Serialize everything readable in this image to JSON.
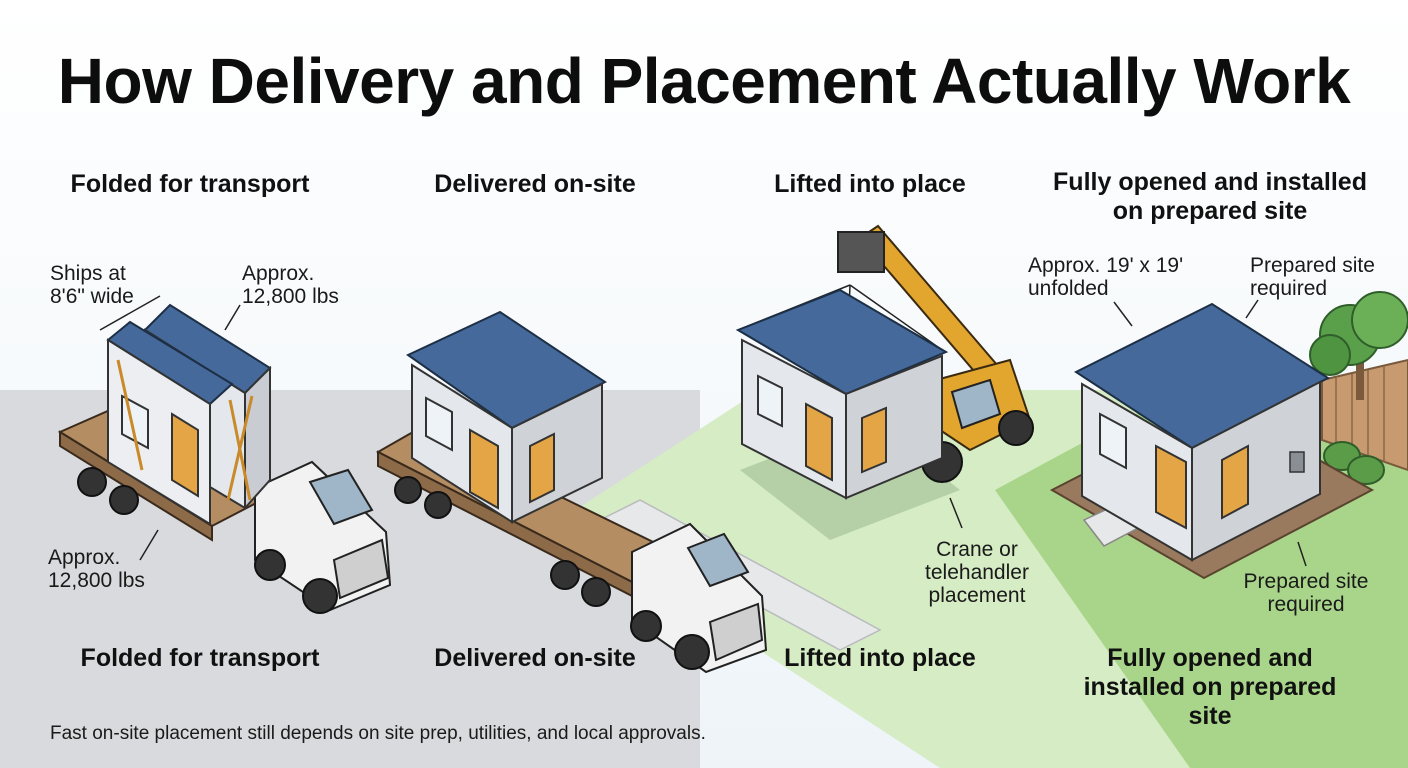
{
  "title": "How Delivery and Placement Actually Work",
  "stages": [
    {
      "top_label": "Folded for transport",
      "bottom_label": "Folded for transport"
    },
    {
      "top_label": "Delivered on-site",
      "bottom_label": "Delivered on-site"
    },
    {
      "top_label": "Lifted into place",
      "bottom_label": "Lifted into place"
    },
    {
      "top_label": "Fully opened and installed on prepared site",
      "bottom_label": "Fully opened and installed on prepared site"
    }
  ],
  "callouts": {
    "ships_width": "Ships at 8'6\" wide",
    "weight_top": "Approx. 12,800 lbs",
    "weight_bottom": "Approx. 12,800 lbs",
    "crane": "Crane or telehandler placement",
    "unfolded_size": "Approx. 19' x 19' unfolded",
    "prepared_site_top": "Prepared site required",
    "prepared_site_bottom": "Prepared site required"
  },
  "footnote": "Fast on-site placement still depends on site prep, utilities, and local approvals.",
  "colors": {
    "roof": "#44699a",
    "wall": "#e4e7eb",
    "door": "#e3a545",
    "deck": "#b48d63",
    "truck": "#f2f2f2",
    "crane": "#e2a52e",
    "grass": "#a9d58a",
    "road": "#d8d9dc",
    "tree": "#5aa04a"
  }
}
